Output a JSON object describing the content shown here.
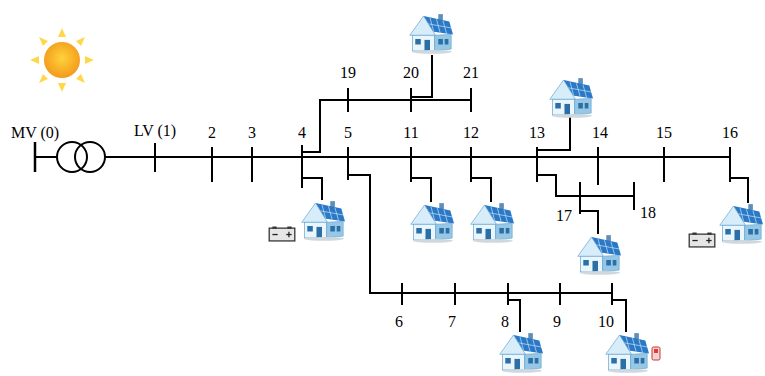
{
  "diagram": {
    "labels": [
      "MV (0)",
      "LV (1)",
      "2",
      "3",
      "4",
      "5",
      "11",
      "12",
      "13",
      "14",
      "15",
      "16",
      "19",
      "20",
      "21",
      "17",
      "18",
      "6",
      "7",
      "8",
      "9",
      "10"
    ]
  }
}
